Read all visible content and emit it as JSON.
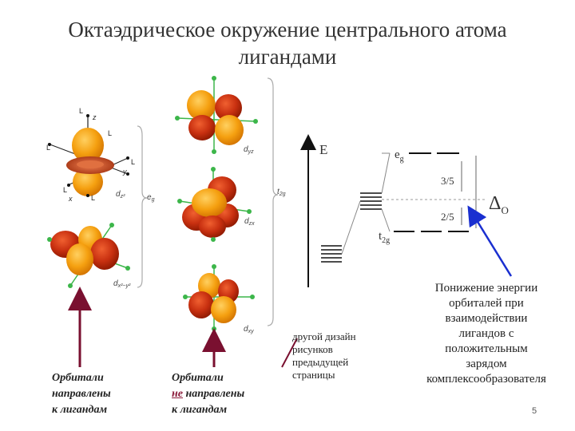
{
  "title": {
    "line1": "Октаэдрическое окружение центрального атома",
    "line2": "лигандами"
  },
  "left_column": {
    "orbital_top_label": "d",
    "orbital_top_sub": "z²",
    "orbital_bottom_label": "d",
    "orbital_bottom_sub": "x²−y²",
    "group_label": "e",
    "group_sub": "g",
    "axis_z": "z",
    "axis_y": "y",
    "axis_x": "x",
    "ligand": "L",
    "caption": [
      "Орбитали",
      "направлены",
      "к лигандам"
    ]
  },
  "middle_column": {
    "labels": [
      {
        "main": "d",
        "sub": "yz"
      },
      {
        "main": "d",
        "sub": "zx"
      },
      {
        "main": "d",
        "sub": "xy"
      }
    ],
    "group_label": "t",
    "group_sub": "2g",
    "caption_line1": "Орбитали",
    "caption_line2_under": "не",
    "caption_line2_rest": " направлены",
    "caption_line3": "к лигандам"
  },
  "note": [
    "другой дизайн",
    "рисунков",
    "предыдущей",
    "страницы"
  ],
  "energy_diagram": {
    "axis_label": "E",
    "eg_label": "e",
    "eg_sub": "g",
    "t2g_label": "t",
    "t2g_sub": "2g",
    "frac_up": "3/5",
    "frac_down": "2/5",
    "delta": "Δ",
    "delta_sub": "O"
  },
  "explanation": [
    "Понижение энергии",
    "орбиталей при",
    "взаимодействии",
    "лигандов с",
    "положительным",
    "зарядом",
    "комплексообразователя"
  ],
  "page_number": "5",
  "colors": {
    "orbital_orange": "#f5a010",
    "orbital_red": "#c83010",
    "ligand_green": "#3cb64a",
    "arrow_dark": "#7a1030",
    "arrow_blue": "#1a2fd0"
  }
}
